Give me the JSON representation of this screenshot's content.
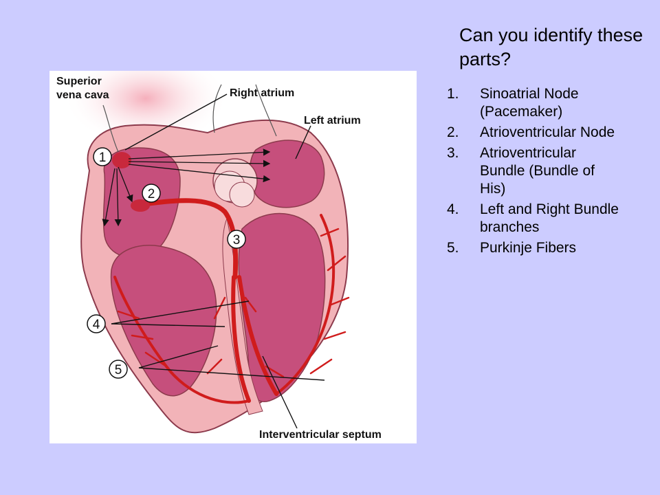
{
  "slide": {
    "title": "Can you identify these parts?",
    "items": [
      {
        "num": "1.",
        "text": "Sinoatrial Node (Pacemaker)"
      },
      {
        "num": "2.",
        "text": "Atrioventricular Node"
      },
      {
        "num": "3.",
        "text": "Atrioventricular Bundle (Bundle of His)"
      },
      {
        "num": "4.",
        "text": "Left and Right Bundle branches"
      },
      {
        "num": "5.",
        "text": "Purkinje Fibers"
      }
    ]
  },
  "diagram": {
    "labels": {
      "superior_vena_cava_1": "Superior",
      "superior_vena_cava_2": "vena cava",
      "right_atrium": "Right atrium",
      "left_atrium": "Left atrium",
      "interventricular_septum": "Interventricular septum"
    },
    "markers": [
      "1",
      "2",
      "3",
      "4",
      "5"
    ],
    "colors": {
      "background": "#ccccff",
      "heart_wall": "#f2b3b8",
      "chamber": "#c64f7c",
      "conduction": "#d01c1c"
    }
  }
}
